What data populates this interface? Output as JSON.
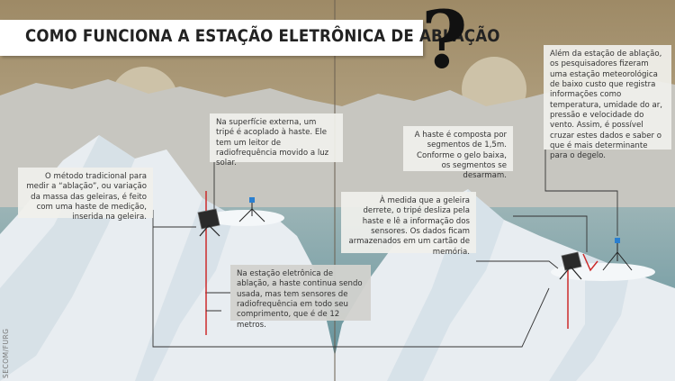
{
  "title": "COMO FUNCIONA A ESTAÇÃO ELETRÔNICA DE ABLAÇÃO",
  "title_mark": "?",
  "colors": {
    "sky_top": "#9e8a66",
    "sky_bottom": "#cfc2a2",
    "mountain_far": "#c8c8c2",
    "ice": "#e9eef2",
    "ice_shade": "#cdd9e2",
    "water": "#6f9aa3",
    "rod": "#cc2a2a",
    "sensor": "#2a7fd0"
  },
  "boxes": {
    "method": "O método tradicional para medir a “ablação”, ou variação da massa das geleiras, é feito com uma haste de medição, inserida na geleira.",
    "surface": "Na superfície externa, um tripé é acoplado à haste. Ele tem um leitor de radiofrequência movido a luz solar.",
    "electronic": "Na estação eletrônica de ablação, a haste continua sendo usada, mas tem sensores de radiofrequência em todo seu comprimento, que é de 12 metros.",
    "melt": "À medida que a geleira derrete, o tripé desliza pela haste e lê a informação dos sensores. Os dados ficam armazenados em um cartão de memória.",
    "rod": "A haste é composta por segmentos de 1,5m. Conforme o gelo baixa, os segmentos se desarmam.",
    "station": "Além da estação de ablação, os pesquisadores fizeram uma estação meteorológica de baixo custo que registra informações como temperatura, umidade do ar, pressão e velocidade do vento. Assim, é possível cruzar estes dados e saber o que é mais determinante para o degelo."
  },
  "credit": "SECOM/FURG"
}
